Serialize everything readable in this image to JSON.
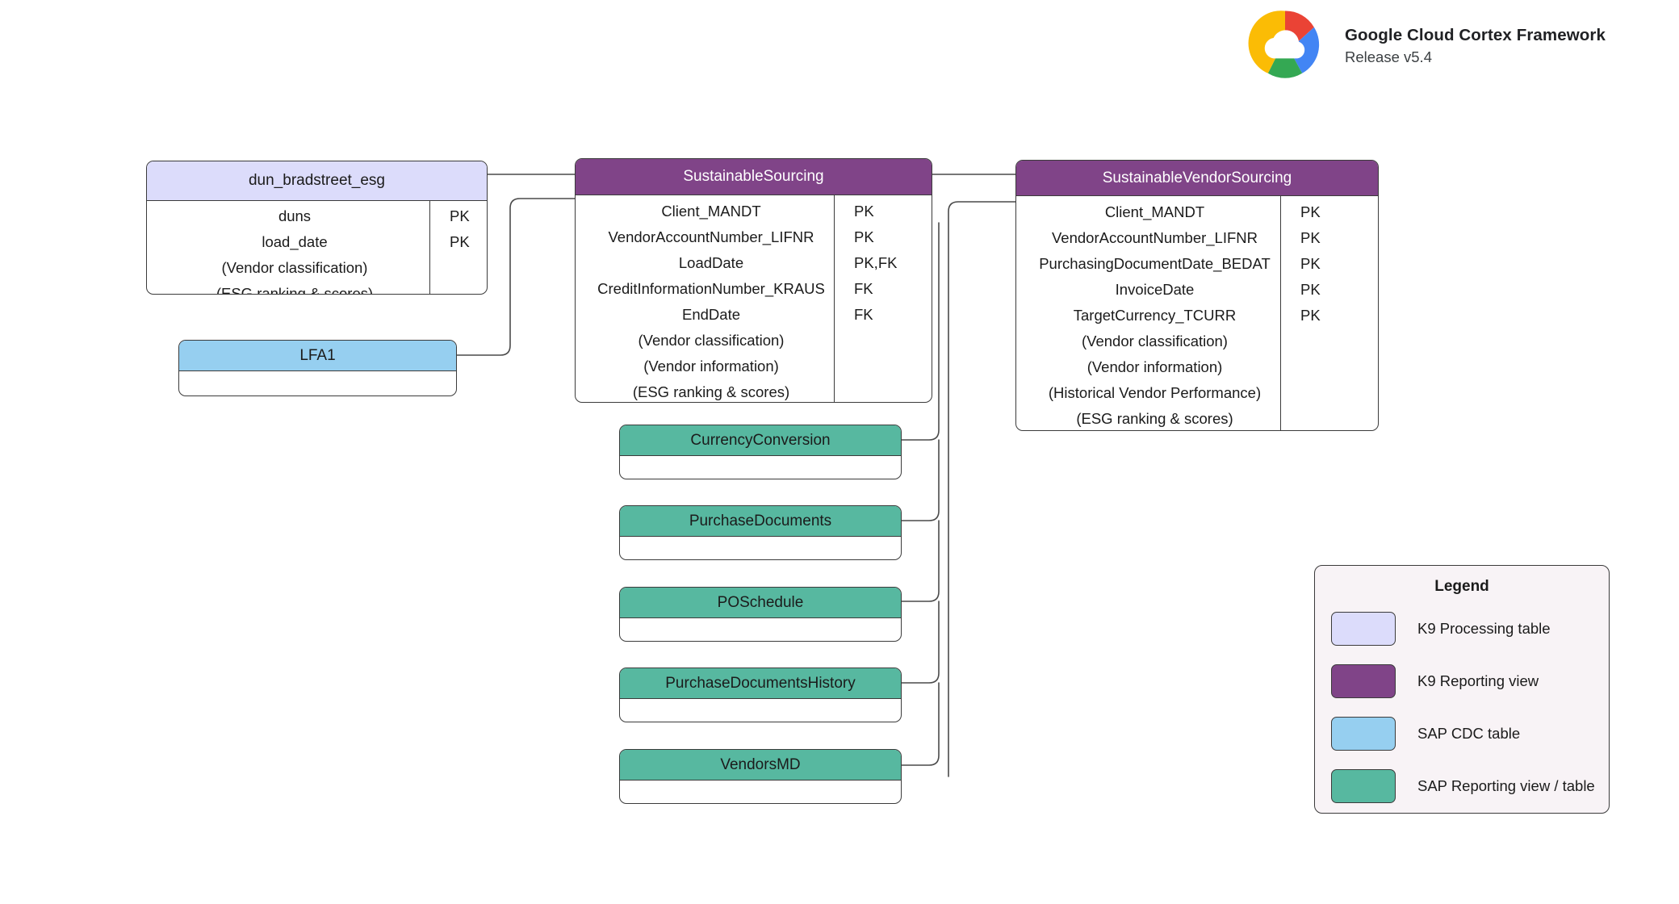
{
  "header": {
    "title": "Google Cloud Cortex Framework",
    "subtitle": "Release v5.4",
    "logo_icon": "google-cloud-logo"
  },
  "diagram": {
    "type": "entity-relationship-lineage",
    "nodes": [
      {
        "id": "dun_bradstreet_esg",
        "title": "dun_bradstreet_esg",
        "style": "k9-processing-table",
        "color": "#dcdcfb",
        "fields": [
          {
            "name": "duns",
            "key": "PK"
          },
          {
            "name": "load_date",
            "key": "PK"
          },
          {
            "name": "(Vendor classification)",
            "key": ""
          },
          {
            "name": "(ESG ranking & scores)",
            "key": ""
          }
        ]
      },
      {
        "id": "LFA1",
        "title": "LFA1",
        "style": "sap-cdc-table",
        "color": "#96cff0",
        "fields": []
      },
      {
        "id": "SustainableSourcing",
        "title": "SustainableSourcing",
        "style": "k9-reporting-view",
        "color": "#804488",
        "fields": [
          {
            "name": "Client_MANDT",
            "key": "PK"
          },
          {
            "name": "VendorAccountNumber_LIFNR",
            "key": "PK"
          },
          {
            "name": "LoadDate",
            "key": "PK,FK"
          },
          {
            "name": "CreditInformationNumber_KRAUS",
            "key": "FK"
          },
          {
            "name": "EndDate",
            "key": "FK"
          },
          {
            "name": "(Vendor classification)",
            "key": ""
          },
          {
            "name": "(Vendor information)",
            "key": ""
          },
          {
            "name": "(ESG ranking & scores)",
            "key": ""
          }
        ]
      },
      {
        "id": "SustainableVendorSourcing",
        "title": "SustainableVendorSourcing",
        "style": "k9-reporting-view",
        "color": "#804488",
        "fields": [
          {
            "name": "Client_MANDT",
            "key": "PK"
          },
          {
            "name": "VendorAccountNumber_LIFNR",
            "key": "PK"
          },
          {
            "name": "PurchasingDocumentDate_BEDAT",
            "key": "PK"
          },
          {
            "name": "InvoiceDate",
            "key": "PK"
          },
          {
            "name": "TargetCurrency_TCURR",
            "key": "PK"
          },
          {
            "name": "(Vendor classification)",
            "key": ""
          },
          {
            "name": "(Vendor information)",
            "key": ""
          },
          {
            "name": "(Historical Vendor Performance)",
            "key": ""
          },
          {
            "name": "(ESG ranking & scores)",
            "key": ""
          }
        ]
      },
      {
        "id": "CurrencyConversion",
        "title": "CurrencyConversion",
        "style": "sap-reporting-view",
        "color": "#57b8a0",
        "fields": []
      },
      {
        "id": "PurchaseDocuments",
        "title": "PurchaseDocuments",
        "style": "sap-reporting-view",
        "color": "#57b8a0",
        "fields": []
      },
      {
        "id": "POSchedule",
        "title": "POSchedule",
        "style": "sap-reporting-view",
        "color": "#57b8a0",
        "fields": []
      },
      {
        "id": "PurchaseDocumentsHistory",
        "title": "PurchaseDocumentsHistory",
        "style": "sap-reporting-view",
        "color": "#57b8a0",
        "fields": []
      },
      {
        "id": "VendorsMD",
        "title": "VendorsMD",
        "style": "sap-reporting-view",
        "color": "#57b8a0",
        "fields": []
      }
    ],
    "edges": [
      {
        "from": "dun_bradstreet_esg",
        "to": "SustainableSourcing"
      },
      {
        "from": "LFA1",
        "to": "SustainableSourcing"
      },
      {
        "from": "SustainableSourcing",
        "to": "SustainableVendorSourcing"
      },
      {
        "from": "CurrencyConversion",
        "to": "SustainableVendorSourcing"
      },
      {
        "from": "PurchaseDocuments",
        "to": "SustainableVendorSourcing"
      },
      {
        "from": "POSchedule",
        "to": "SustainableVendorSourcing"
      },
      {
        "from": "PurchaseDocumentsHistory",
        "to": "SustainableVendorSourcing"
      },
      {
        "from": "VendorsMD",
        "to": "SustainableVendorSourcing"
      }
    ]
  },
  "legend": {
    "title": "Legend",
    "items": [
      {
        "label": "K9 Processing table",
        "color": "#dcdcfb"
      },
      {
        "label": "K9 Reporting view",
        "color": "#804488"
      },
      {
        "label": "SAP CDC table",
        "color": "#96cff0"
      },
      {
        "label": "SAP Reporting view / table",
        "color": "#57b8a0"
      }
    ]
  }
}
